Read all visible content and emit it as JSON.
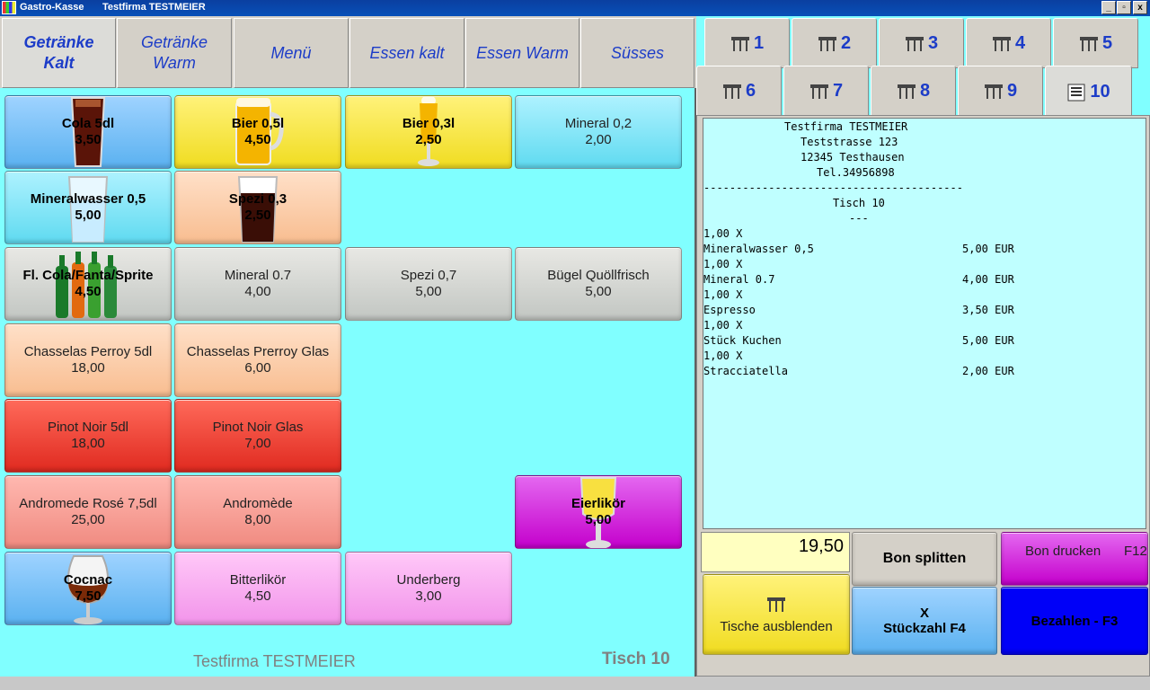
{
  "window": {
    "app_title": "Gastro-Kasse",
    "company": "Testfirma TESTMEIER",
    "min": "_",
    "max": "▫",
    "close": "x"
  },
  "categories": [
    {
      "label": "Getränke\nKalt",
      "active": true
    },
    {
      "label": "Getränke\nWarm",
      "active": false
    },
    {
      "label": "Menü",
      "active": false
    },
    {
      "label": "Essen kalt",
      "active": false
    },
    {
      "label": "Essen Warm",
      "active": false
    },
    {
      "label": "Süsses",
      "active": false
    }
  ],
  "products": [
    {
      "name": "Cola 5dl",
      "price": "3,50",
      "color": "blue",
      "bold": true,
      "img": "glass-cola"
    },
    {
      "name": "Bier 0,5l",
      "price": "4,50",
      "color": "yellow",
      "bold": true,
      "img": "beer-mug"
    },
    {
      "name": "Bier 0,3l",
      "price": "2,50",
      "color": "yellow",
      "bold": true,
      "img": "beer-glass"
    },
    {
      "name": "Mineral 0,2",
      "price": "2,00",
      "color": "cyan",
      "bold": false
    },
    {
      "name": "Mineralwasser 0,5",
      "price": "5,00",
      "color": "cyan",
      "bold": true,
      "img": "water-glass"
    },
    {
      "name": "Spezi 0,3",
      "price": "2,50",
      "color": "peach",
      "bold": true,
      "img": "spezi-glass"
    },
    {
      "name": "Fl. Cola/Fanta/Sprite",
      "price": "4,50",
      "color": "grey",
      "bold": true,
      "img": "bottles"
    },
    {
      "name": "Mineral 0.7",
      "price": "4,00",
      "color": "grey",
      "bold": false
    },
    {
      "name": "Spezi 0,7",
      "price": "5,00",
      "color": "grey",
      "bold": false
    },
    {
      "name": "Bügel Quöllfrisch",
      "price": "5,00",
      "color": "grey",
      "bold": false
    },
    {
      "name": "Chasselas Perroy 5dl",
      "price": "18,00",
      "color": "peach",
      "bold": false
    },
    {
      "name": "Chasselas Prerroy Glas",
      "price": "6,00",
      "color": "peach",
      "bold": false
    },
    {
      "name": "Pinot Noir 5dl",
      "price": "18,00",
      "color": "red",
      "bold": false
    },
    {
      "name": "Pinot Noir Glas",
      "price": "7,00",
      "color": "red",
      "bold": false
    },
    {
      "name": "Andromede Rosé 7,5dl",
      "price": "25,00",
      "color": "pink",
      "bold": false
    },
    {
      "name": "Andromède",
      "price": "8,00",
      "color": "pink",
      "bold": false
    },
    {
      "name": "Eierlikör",
      "price": "5,00",
      "color": "magenta",
      "bold": true,
      "img": "liqueur-glass"
    },
    {
      "name": "Cocnac",
      "price": "7,50",
      "color": "blue",
      "bold": true,
      "img": "cognac-glass"
    },
    {
      "name": "Bitterlikör",
      "price": "4,50",
      "color": "lpink",
      "bold": false
    },
    {
      "name": "Underberg",
      "price": "3,00",
      "color": "lpink",
      "bold": false
    }
  ],
  "footer": {
    "company": "Testfirma TESTMEIER",
    "table": "Tisch  10"
  },
  "tables": [
    "1",
    "2",
    "3",
    "4",
    "5",
    "6",
    "7",
    "8",
    "9",
    "10"
  ],
  "active_table": "10",
  "receipt": {
    "header": [
      "Testfirma TESTMEIER",
      "Teststrasse 123",
      "12345 Testhausen",
      "Tel.34956898"
    ],
    "separator": "----------------------------------------",
    "table": "Tisch 10",
    "table_sep": "---",
    "items": [
      {
        "qty": "1,00 X",
        "name": "Mineralwasser 0,5",
        "amount": "5,00 EUR"
      },
      {
        "qty": "1,00 X",
        "name": "Mineral 0.7",
        "amount": "4,00 EUR"
      },
      {
        "qty": "1,00 X",
        "name": "Espresso",
        "amount": "3,50 EUR"
      },
      {
        "qty": "1,00 X",
        "name": "Stück Kuchen",
        "amount": "5,00 EUR"
      },
      {
        "qty": "1,00 X",
        "name": "Stracciatella",
        "amount": "2,00 EUR"
      }
    ]
  },
  "total": "19,50",
  "actions": {
    "split": "Bon splitten",
    "print": "Bon drucken",
    "print_key": "F12",
    "hide_tables": "Tische ausblenden",
    "qty_x": "X",
    "qty": "Stückzahl  F4",
    "pay": "Bezahlen - F3"
  }
}
